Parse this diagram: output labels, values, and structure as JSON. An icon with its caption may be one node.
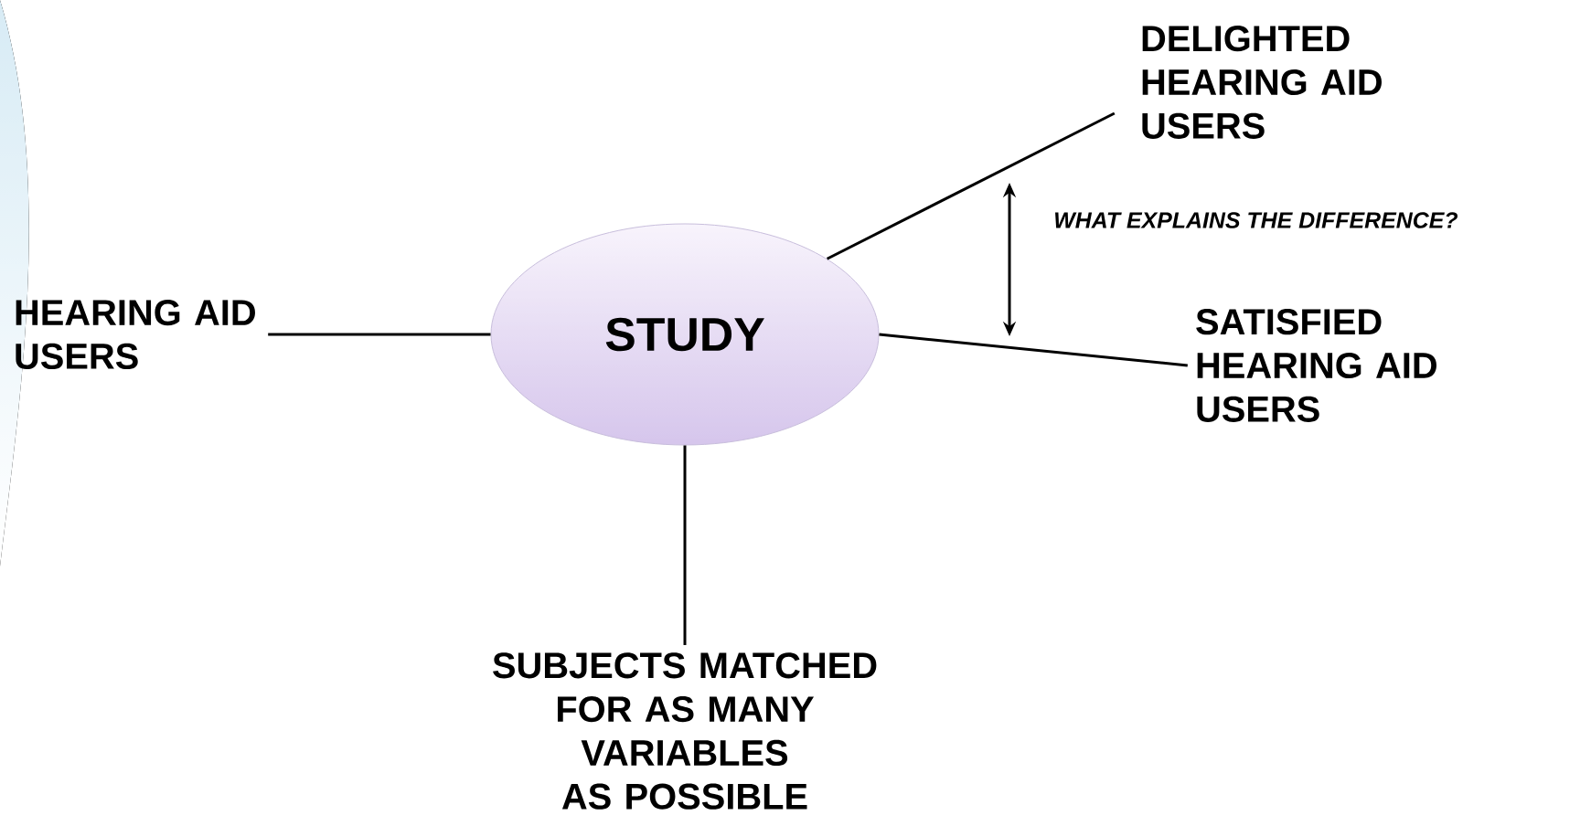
{
  "diagram": {
    "nodes": [
      {
        "text": [
          "STUDY"
        ]
      },
      {
        "text": [
          "HEARING AID USERS"
        ]
      },
      {
        "text": [
          "DELIGHTED HEARING AID USERS"
        ]
      },
      {
        "text": [
          "SATISFIED HEARING AID USERS"
        ]
      },
      {
        "text": [
          "SUBJECTS MATCHED FOR AS MANY VARIABLES AS POSSIBLE"
        ]
      }
    ],
    "edges": [
      {
        "from": 1,
        "to": 0,
        "arrow": "none"
      },
      {
        "from": 0,
        "to": 2,
        "arrow": "none"
      },
      {
        "from": 0,
        "to": 3,
        "arrow": "none"
      },
      {
        "from": 0,
        "to": 4,
        "arrow": "none"
      }
    ],
    "labels": [
      "WHAT EXPLAINS THE DIFFERENCE?"
    ]
  }
}
